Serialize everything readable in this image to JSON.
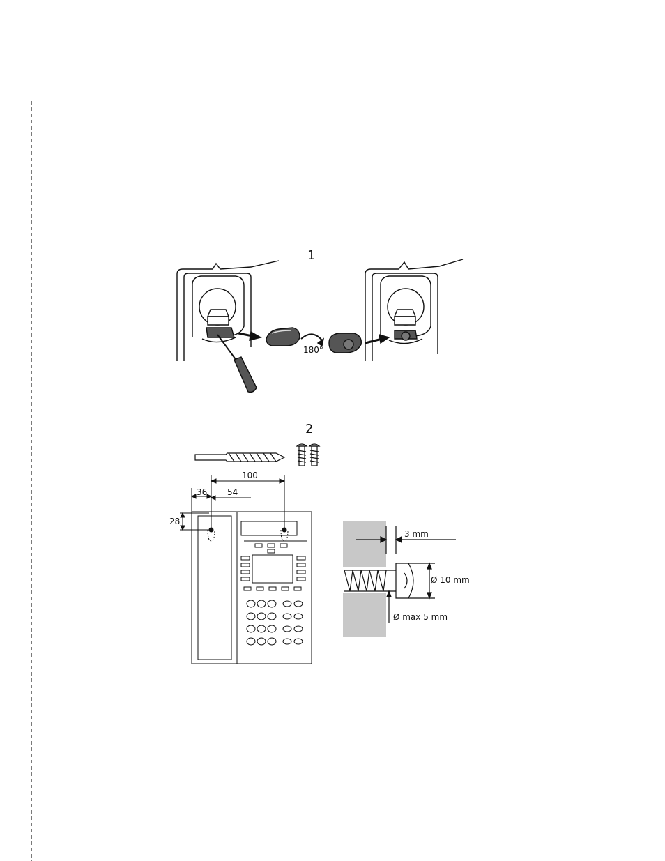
{
  "colors": {
    "ink": "#111111",
    "dark_part": "#555555",
    "wall": "#c8c8c8",
    "cut_line": "#333333"
  },
  "steps": {
    "step1": {
      "number": "1",
      "rotation_label": "180°"
    },
    "step2": {
      "number": "2",
      "dimensions": {
        "d100": "100",
        "d36": "36",
        "d54": "54",
        "d28": "28"
      },
      "screw_detail": {
        "head_gap": "3 mm",
        "head_diameter": "Ø 10 mm",
        "shaft_diameter": "Ø max 5 mm"
      }
    }
  }
}
